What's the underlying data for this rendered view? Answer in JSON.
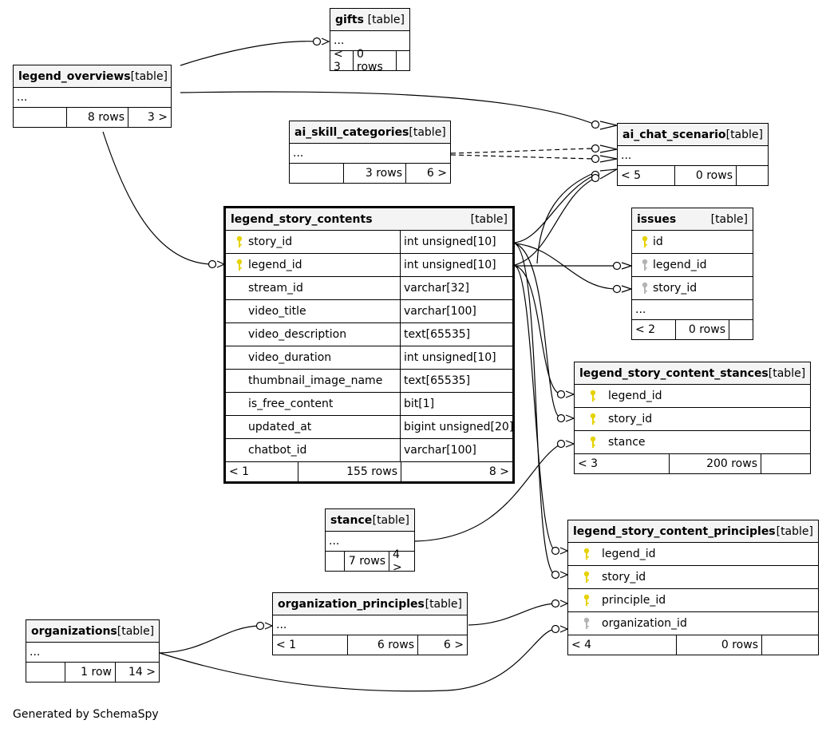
{
  "tables": {
    "gifts": {
      "name": "gifts",
      "kind": "[table]",
      "ellipsis": "...",
      "footer": [
        "< 3",
        "0 rows",
        ""
      ]
    },
    "legend_overviews": {
      "name": "legend_overviews",
      "kind": "[table]",
      "ellipsis": "...",
      "footer": [
        "",
        "8 rows",
        "3 >"
      ]
    },
    "ai_skill_categories": {
      "name": "ai_skill_categories",
      "kind": "[table]",
      "ellipsis": "...",
      "footer": [
        "",
        "3 rows",
        "6 >"
      ]
    },
    "ai_chat_scenario": {
      "name": "ai_chat_scenario",
      "kind": "[table]",
      "ellipsis": "...",
      "footer": [
        "< 5",
        "0 rows",
        ""
      ]
    },
    "legend_story_contents": {
      "name": "legend_story_contents",
      "kind": "[table]",
      "columns": [
        {
          "name": "story_id",
          "type": "int unsigned[10]",
          "key": "primary"
        },
        {
          "name": "legend_id",
          "type": "int unsigned[10]",
          "key": "primary"
        },
        {
          "name": "stream_id",
          "type": "varchar[32]",
          "key": "none"
        },
        {
          "name": "video_title",
          "type": "varchar[100]",
          "key": "none"
        },
        {
          "name": "video_description",
          "type": "text[65535]",
          "key": "none"
        },
        {
          "name": "video_duration",
          "type": "int unsigned[10]",
          "key": "none"
        },
        {
          "name": "thumbnail_image_name",
          "type": "text[65535]",
          "key": "none"
        },
        {
          "name": "is_free_content",
          "type": "bit[1]",
          "key": "none"
        },
        {
          "name": "updated_at",
          "type": "bigint unsigned[20]",
          "key": "none"
        },
        {
          "name": "chatbot_id",
          "type": "varchar[100]",
          "key": "none"
        }
      ],
      "footer": [
        "< 1",
        "155 rows",
        "8 >"
      ]
    },
    "issues": {
      "name": "issues",
      "kind": "[table]",
      "columns": [
        {
          "name": "id",
          "key": "primary"
        },
        {
          "name": "legend_id",
          "key": "foreign"
        },
        {
          "name": "story_id",
          "key": "foreign"
        }
      ],
      "ellipsis": "...",
      "footer": [
        "< 2",
        "0 rows",
        ""
      ]
    },
    "legend_story_content_stances": {
      "name": "legend_story_content_stances",
      "kind": "[table]",
      "columns": [
        {
          "name": "legend_id",
          "key": "primary"
        },
        {
          "name": "story_id",
          "key": "primary"
        },
        {
          "name": "stance",
          "key": "primary"
        }
      ],
      "footer": [
        "< 3",
        "200 rows",
        ""
      ]
    },
    "stance": {
      "name": "stance",
      "kind": "[table]",
      "ellipsis": "...",
      "footer": [
        "",
        "7 rows",
        "4 >"
      ]
    },
    "legend_story_content_principles": {
      "name": "legend_story_content_principles",
      "kind": "[table]",
      "columns": [
        {
          "name": "legend_id",
          "key": "primary"
        },
        {
          "name": "story_id",
          "key": "primary"
        },
        {
          "name": "principle_id",
          "key": "primary"
        },
        {
          "name": "organization_id",
          "key": "foreign"
        }
      ],
      "footer": [
        "< 4",
        "0 rows",
        ""
      ]
    },
    "organization_principles": {
      "name": "organization_principles",
      "kind": "[table]",
      "ellipsis": "...",
      "footer": [
        "< 1",
        "6 rows",
        "6 >"
      ]
    },
    "organizations": {
      "name": "organizations",
      "kind": "[table]",
      "ellipsis": "...",
      "footer": [
        "",
        "1 row",
        "14 >"
      ]
    }
  },
  "relationships": [
    {
      "from": "legend_overviews",
      "to": "gifts",
      "style": "solid"
    },
    {
      "from": "legend_overviews",
      "to": "ai_chat_scenario",
      "style": "solid"
    },
    {
      "from": "ai_skill_categories",
      "to": "ai_chat_scenario",
      "style": "dashed"
    },
    {
      "from": "ai_skill_categories",
      "to": "ai_chat_scenario",
      "style": "dashed"
    },
    {
      "from": "legend_overviews",
      "to": "legend_story_contents.legend_id",
      "style": "solid"
    },
    {
      "from": "legend_story_contents",
      "to": "ai_chat_scenario",
      "style": "solid"
    },
    {
      "from": "legend_story_contents.legend_id",
      "to": "issues.legend_id",
      "style": "solid"
    },
    {
      "from": "legend_story_contents.story_id",
      "to": "issues.story_id",
      "style": "solid"
    },
    {
      "from": "legend_story_contents.legend_id",
      "to": "legend_story_content_stances.legend_id",
      "style": "solid"
    },
    {
      "from": "legend_story_contents.story_id",
      "to": "legend_story_content_stances.story_id",
      "style": "solid"
    },
    {
      "from": "stance",
      "to": "legend_story_content_stances.stance",
      "style": "solid"
    },
    {
      "from": "legend_story_contents.legend_id",
      "to": "legend_story_content_principles.legend_id",
      "style": "solid"
    },
    {
      "from": "legend_story_contents.story_id",
      "to": "legend_story_content_principles.story_id",
      "style": "solid"
    },
    {
      "from": "organization_principles",
      "to": "legend_story_content_principles.principle_id",
      "style": "solid"
    },
    {
      "from": "organizations",
      "to": "organization_principles",
      "style": "solid"
    },
    {
      "from": "organizations",
      "to": "legend_story_content_principles.organization_id",
      "style": "solid"
    }
  ],
  "colors": {
    "primary_key": "#e6d200",
    "foreign_key": "#b4b4b4",
    "header_bg": "#f4f4f4",
    "line": "#000000"
  },
  "footer_note": "Generated by SchemaSpy"
}
